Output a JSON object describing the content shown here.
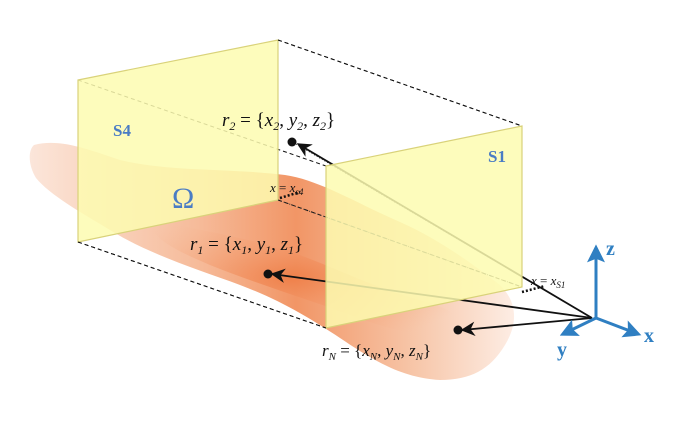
{
  "panels": {
    "s4": "S4",
    "s1": "S1"
  },
  "region": {
    "symbol": "Ω"
  },
  "points": {
    "r2": {
      "name": "r",
      "sub": "2",
      "eq": " = {",
      "x": "x",
      "y": "y",
      "z": "z",
      "sub_x": "2",
      "sub_y": "2",
      "sub_z": "2",
      "close": "}"
    },
    "r1": {
      "name": "r",
      "sub": "1",
      "eq": " = {",
      "x": "x",
      "y": "y",
      "z": "z",
      "sub_x": "1",
      "sub_y": "1",
      "sub_z": "1",
      "close": "}"
    },
    "rN": {
      "name": "r",
      "sub": "N",
      "eq": " = {",
      "x": "x",
      "y": "y",
      "z": "z",
      "sub_x": "N",
      "sub_y": "N",
      "sub_z": "N",
      "close": "}"
    }
  },
  "planes": {
    "s4": {
      "var": "x",
      "eq": " = ",
      "val": "x",
      "sub": "s4"
    },
    "s1": {
      "var": "x",
      "eq": " = ",
      "val": "x",
      "sub": "S1"
    }
  },
  "axes": {
    "x": "x",
    "y": "y",
    "z": "z"
  },
  "colors": {
    "panel_fill": "#fdfbb0",
    "panel_stroke": "#d9d27a",
    "tissue": "#f29a6a",
    "axis": "#2f7fc2",
    "panel_label": "#4a7cc4"
  }
}
